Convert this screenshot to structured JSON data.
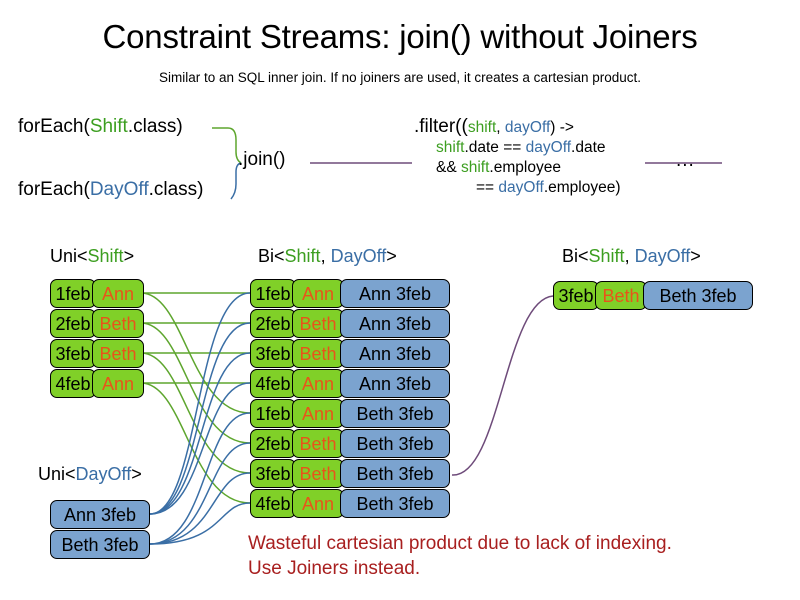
{
  "header": {
    "title": "Constraint Streams: join() without Joiners",
    "subtitle": "Similar to an SQL inner join. If no joiners are used, it creates a cartesian product."
  },
  "code": {
    "forEach_shift": {
      "prefix": "forEach(",
      "type": "Shift",
      "suffix": ".class)"
    },
    "forEach_dayoff": {
      "prefix": "forEach(",
      "type": "DayOff",
      "suffix": ".class)"
    },
    "join_label": ".join()",
    "ellipsis": "...",
    "filter": {
      "line1_prefix": ".filter((",
      "line1_var_a": "shift",
      "line1_comma": ", ",
      "line1_var_b": "dayOff",
      "line1_suffix": ") ->",
      "line2_a": "shift",
      "line2_mid": ".date == ",
      "line2_b": "dayOff",
      "line2_end": ".date",
      "line3_pre": "&& ",
      "line3_a": "shift",
      "line3_end": ".employee",
      "line4_pre": "== ",
      "line4_b": "dayOff",
      "line4_end": ".employee)"
    }
  },
  "labels": {
    "uni_shift": {
      "pre": "Uni<",
      "type": "Shift",
      "post": ">"
    },
    "bi_middle": {
      "pre": "Bi<",
      "type_a": "Shift",
      "sep": ", ",
      "type_b": "DayOff",
      "post": ">"
    },
    "bi_right": {
      "pre": "Bi<",
      "type_a": "Shift",
      "sep": ", ",
      "type_b": "DayOff",
      "post": ">"
    },
    "uni_dayoff": {
      "pre": "Uni<",
      "type": "DayOff",
      "post": ">"
    }
  },
  "shift_stream": {
    "cards": [
      {
        "date": "1feb",
        "employee": "Ann"
      },
      {
        "date": "2feb",
        "employee": "Beth"
      },
      {
        "date": "3feb",
        "employee": "Beth"
      },
      {
        "date": "4feb",
        "employee": "Ann"
      }
    ]
  },
  "dayoff_stream": {
    "cards": [
      {
        "text": "Ann 3feb"
      },
      {
        "text": "Beth 3feb"
      }
    ]
  },
  "joined_stream": {
    "cards": [
      {
        "date": "1feb",
        "employee": "Ann",
        "dayoff": "Ann 3feb"
      },
      {
        "date": "2feb",
        "employee": "Beth",
        "dayoff": "Ann 3feb"
      },
      {
        "date": "3feb",
        "employee": "Beth",
        "dayoff": "Ann 3feb"
      },
      {
        "date": "4feb",
        "employee": "Ann",
        "dayoff": "Ann 3feb"
      },
      {
        "date": "1feb",
        "employee": "Ann",
        "dayoff": "Beth 3feb"
      },
      {
        "date": "2feb",
        "employee": "Beth",
        "dayoff": "Beth 3feb"
      },
      {
        "date": "3feb",
        "employee": "Beth",
        "dayoff": "Beth 3feb"
      },
      {
        "date": "4feb",
        "employee": "Ann",
        "dayoff": "Beth 3feb"
      }
    ]
  },
  "filtered_stream": {
    "cards": [
      {
        "date": "3feb",
        "employee": "Beth",
        "dayoff": "Beth 3feb"
      }
    ]
  },
  "warning": {
    "line1": "Wasteful cartesian product due to lack of indexing.",
    "line2": "Use Joiners instead."
  },
  "colors": {
    "shift_green": "#80d028",
    "dayoff_blue": "#7ba3cf",
    "employee_orange": "#e8541a",
    "type_green": "#3c9e20",
    "type_blue": "#3a6ea5",
    "warning_red": "#a81f1f",
    "wire_green": "#5ea62e",
    "wire_blue": "#3a6ea5",
    "wire_purple": "#6e4b7a"
  }
}
